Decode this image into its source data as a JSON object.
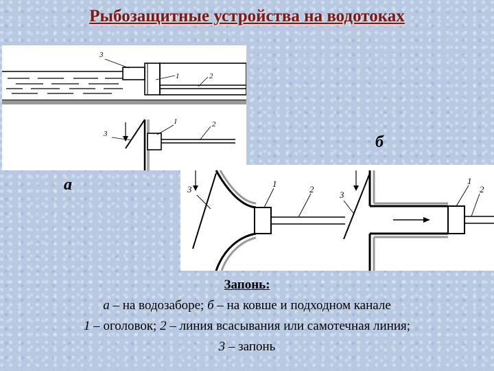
{
  "title": "Рыбозащитные устройства на водотоках",
  "labels": {
    "a": "а",
    "b": "б"
  },
  "part_numbers": {
    "n1": "1",
    "n2": "2",
    "n3": "3"
  },
  "caption": {
    "title": "Запонь:",
    "line1": {
      "a_letter": "а",
      "a_text": " – на водозаборе; ",
      "b_letter": "б",
      "b_text": " – на ковше и подходном канале"
    },
    "line2": {
      "n1": "1",
      "t1": " – оголовок; ",
      "n2": "2",
      "t2": " – линия всасывания или самотечная линия;"
    },
    "line3": {
      "n3": "3",
      "t3": " – запонь"
    }
  }
}
